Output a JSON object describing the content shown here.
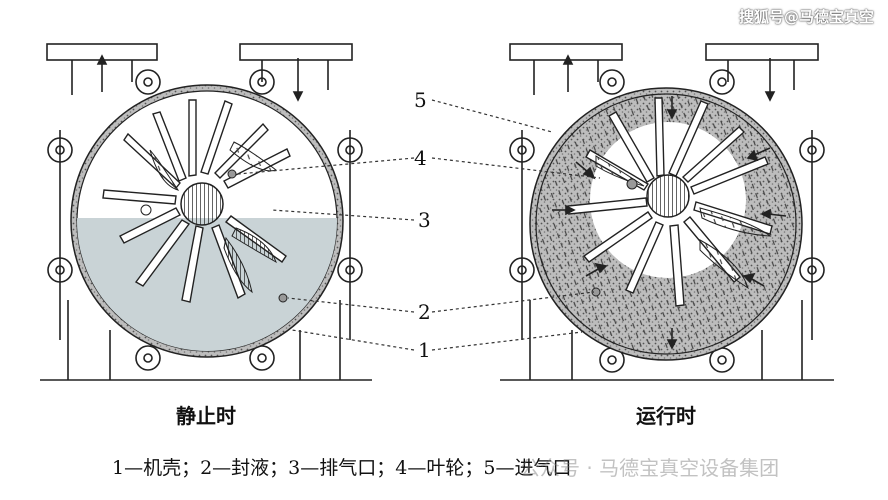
{
  "watermark_top": "搜狐号@马德宝真空",
  "captions": {
    "left": "静止时",
    "right": "运行时"
  },
  "legend": "1—机壳；2—封液；3—排气口；4—叶轮；5—进气口",
  "watermark_bottom": "公众号 · 马德宝真空设备集团",
  "numbers": [
    "5",
    "4",
    "3",
    "2",
    "1"
  ],
  "colors": {
    "liquid": "#c9d3d6",
    "stroke": "#222222",
    "background": "#ffffff"
  }
}
